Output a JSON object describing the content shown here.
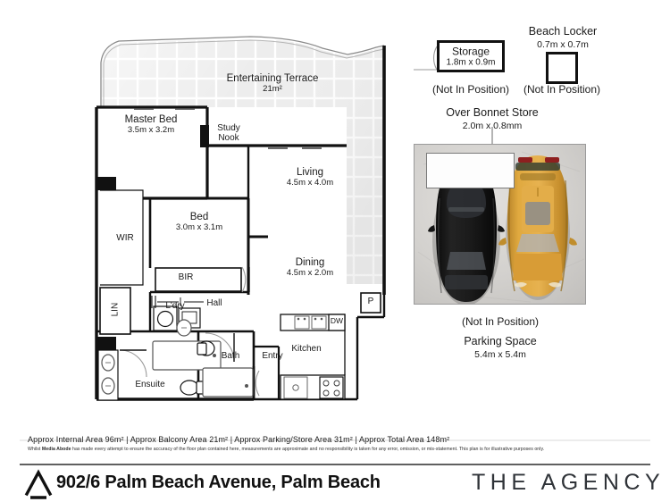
{
  "document": {
    "type": "real-estate-floor-plan",
    "address": "902/6 Palm Beach Avenue, Palm Beach",
    "brand": "THE AGENCY",
    "brand_mark": "a-logo-icon"
  },
  "floorplan": {
    "rooms": [
      {
        "key": "terrace",
        "name": "Entertaining Terrace",
        "dims": "21m²"
      },
      {
        "key": "master_bed",
        "name": "Master Bed",
        "dims": "3.5m x 3.2m"
      },
      {
        "key": "study_nook",
        "name": "Study\nNook",
        "dims": ""
      },
      {
        "key": "living",
        "name": "Living",
        "dims": "4.5m x 4.0m"
      },
      {
        "key": "bed",
        "name": "Bed",
        "dims": "3.0m x 3.1m"
      },
      {
        "key": "dining",
        "name": "Dining",
        "dims": "4.5m x 2.0m"
      },
      {
        "key": "wir",
        "name": "WIR",
        "dims": ""
      },
      {
        "key": "lin",
        "name": "LIN",
        "dims": ""
      },
      {
        "key": "bir",
        "name": "BIR",
        "dims": ""
      },
      {
        "key": "ldry",
        "name": "L'dry",
        "dims": ""
      },
      {
        "key": "hall",
        "name": "Hall",
        "dims": ""
      },
      {
        "key": "bath",
        "name": "Bath",
        "dims": ""
      },
      {
        "key": "ensuite",
        "name": "Ensuite",
        "dims": ""
      },
      {
        "key": "entry",
        "name": "Entry",
        "dims": ""
      },
      {
        "key": "kitchen",
        "name": "Kitchen",
        "dims": ""
      }
    ],
    "study_nook_line1": "Study",
    "study_nook_line2": "Nook",
    "appliance_dw": "DW",
    "pantry_marker": "P"
  },
  "annotations": {
    "storage": {
      "title": "Storage",
      "dims": "1.8m x 0.9m",
      "note": "(Not In Position)"
    },
    "beach_locker": {
      "title": "Beach Locker",
      "dims": "0.7m x 0.7m",
      "note": "(Not In Position)"
    },
    "over_bonnet_store": {
      "title": "Over Bonnet Store",
      "dims": "2.0m x 0.8mm"
    },
    "parking": {
      "note": "(Not In Position)",
      "title": "Parking Space",
      "dims": "5.4m x 5.4m"
    }
  },
  "footer": {
    "areas": [
      "Approx Internal Area 96m²",
      "Approx Balcony Area 21m²",
      "Approx Parking/Store Area 31m²",
      "Approx Total Area 148m²"
    ],
    "areas_line": "Approx Internal Area 96m² | Approx Balcony Area 21m² | Approx Parking/Store Area 31m² | Approx Total Area 148m²",
    "disclaimer_prefix": "Whilst ",
    "disclaimer_company": "Media Abode",
    "disclaimer_suffix": " has made every attempt to ensure the accuracy of the floor plan contained here, measurements are approximate and no responsibility is taken for any error, omission, or mis-statement. This plan is for illustrative purposes only."
  },
  "colors": {
    "wall": "#111111",
    "text": "#1a1a1a",
    "terrace_tile": "#ededed",
    "terrace_grout": "#ffffff",
    "photo_ground": "#d4d2cf",
    "car_dark": "#141414",
    "car_gold": "#d79a32",
    "footer_rule": "#2b2b2b",
    "logo": "#2f3338"
  }
}
